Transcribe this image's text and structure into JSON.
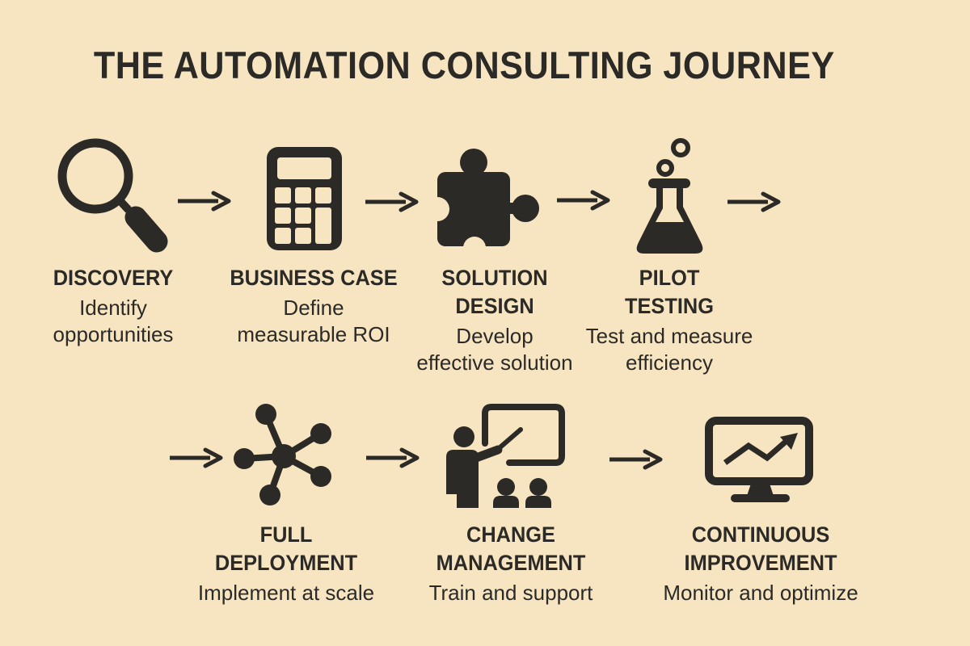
{
  "page": {
    "title": "THE AUTOMATION CONSULTING JOURNEY"
  },
  "theme": {
    "bg": "#f7e5c1",
    "ink": "#2b2a27"
  },
  "steps": [
    {
      "icon": "magnifier-icon",
      "title": "DISCOVERY",
      "subtitle": "Identify\nopportunities"
    },
    {
      "icon": "calculator-icon",
      "title": "BUSINESS CASE",
      "subtitle": "Define\nmeasurable ROI"
    },
    {
      "icon": "puzzle-icon",
      "title": "SOLUTION\nDESIGN",
      "subtitle": "Develop\neffective solution"
    },
    {
      "icon": "flask-icon",
      "title": "PILOT\nTESTING",
      "subtitle": "Test and measure\nefficiency"
    },
    {
      "icon": "network-icon",
      "title": "FULL\nDEPLOYMENT",
      "subtitle": "Implement at scale"
    },
    {
      "icon": "training-icon",
      "title": "CHANGE\nMANAGEMENT",
      "subtitle": "Train and support"
    },
    {
      "icon": "monitor-icon",
      "title": "CONTINUOUS\nIMPROVEMENT",
      "subtitle": "Monitor and optimize"
    }
  ]
}
